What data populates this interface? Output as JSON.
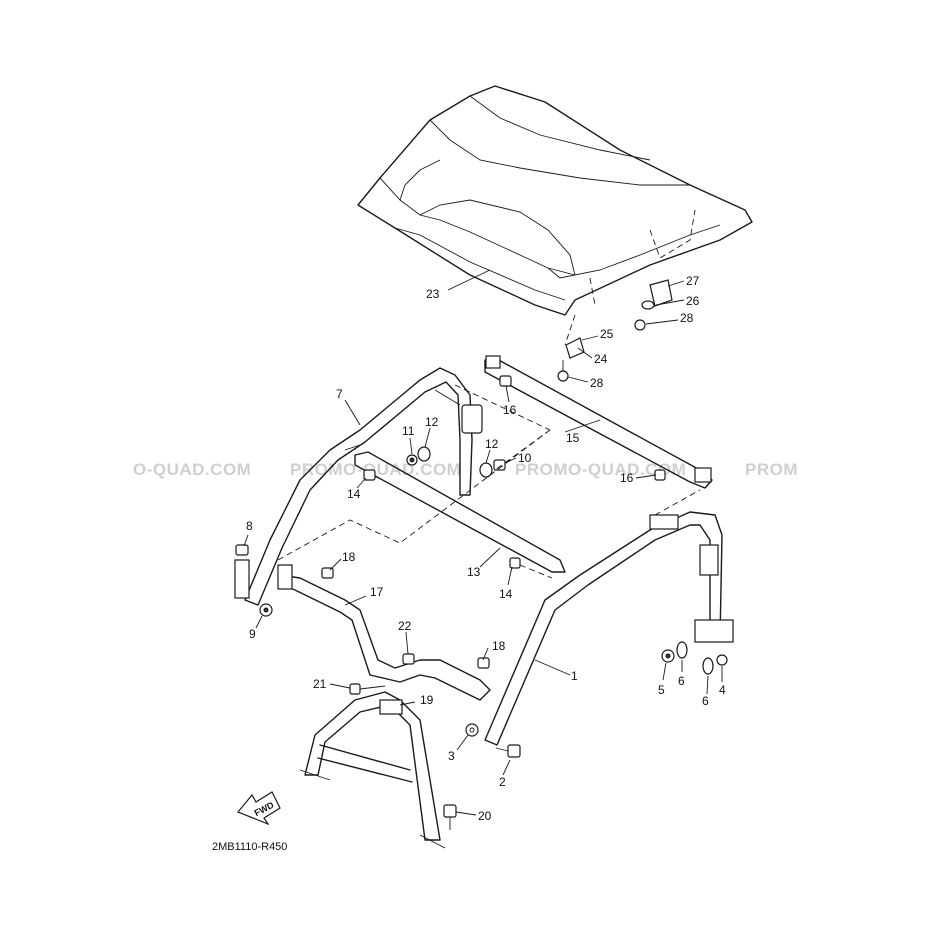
{
  "diagram": {
    "code": "2MB1110-R450",
    "fwd_label": "FWD",
    "watermark": [
      "O-QUAD.COM",
      "PROMO-QUAD.COM",
      "PROMO-QUAD.COM",
      "PROM"
    ],
    "callouts": [
      "1",
      "2",
      "3",
      "4",
      "5",
      "6",
      "6",
      "7",
      "8",
      "9",
      "10",
      "11",
      "12",
      "12",
      "13",
      "14",
      "14",
      "15",
      "16",
      "16",
      "17",
      "18",
      "18",
      "19",
      "20",
      "21",
      "22",
      "23",
      "24",
      "25",
      "26",
      "27",
      "28",
      "28"
    ]
  }
}
